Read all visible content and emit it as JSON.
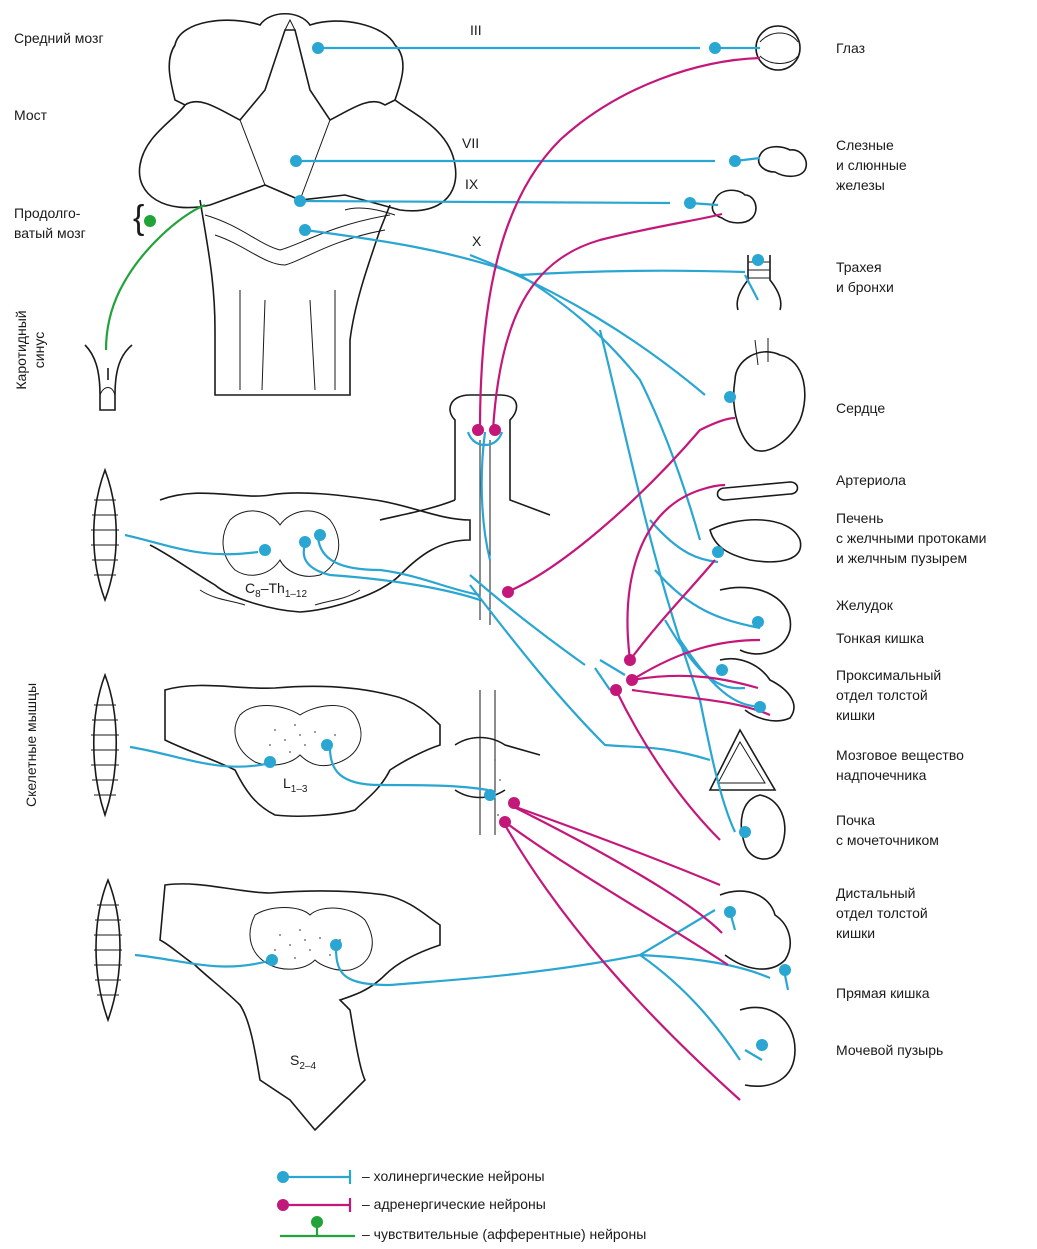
{
  "left_labels": {
    "midbrain": "Средний мозг",
    "pons": "Мост",
    "medulla": "Продолго-\nватый мозг",
    "carotid": "Каротидный\nсинус",
    "skeletal": "Скелетные мышцы"
  },
  "nerves": {
    "n3": "III",
    "n7": "VII",
    "n9": "IX",
    "n10": "X"
  },
  "segments": {
    "thoracic_main": "C",
    "thoracic_sub1": "8",
    "thoracic_mid": "–Th",
    "thoracic_sub2": "1–12",
    "lumbar_main": "L",
    "lumbar_sub": "1–3",
    "sacral_main": "S",
    "sacral_sub": "2–4"
  },
  "organs": {
    "eye": "Глаз",
    "glands": "Слезные\nи слюнные\nжелезы",
    "trachea": "Трахея\nи бронхи",
    "heart": "Сердце",
    "arteriole": "Артериола",
    "liver": "Печень\nс желчными протоками\nи желчным пузырем",
    "stomach": "Желудок",
    "small_intestine": "Тонкая кишка",
    "proximal_colon": "Проксимальный\nотдел толстой\nкишки",
    "adrenal": "Мозговое вещество\nнадпочечника",
    "kidney": "Почка\nс мочеточником",
    "distal_colon": "Дистальный\nотдел толстой\nкишки",
    "rectum": "Прямая кишка",
    "bladder": "Мочевой пузырь"
  },
  "legend": {
    "cholinergic": "– холинергические нейроны",
    "adrenergic": "– адренергические нейроны",
    "afferent": "– чувствительные (афферентные) нейроны"
  },
  "colors": {
    "cholinergic": "#2aa6d2",
    "adrenergic": "#c4177a",
    "afferent": "#22a33a",
    "outline": "#1a1a1a"
  }
}
